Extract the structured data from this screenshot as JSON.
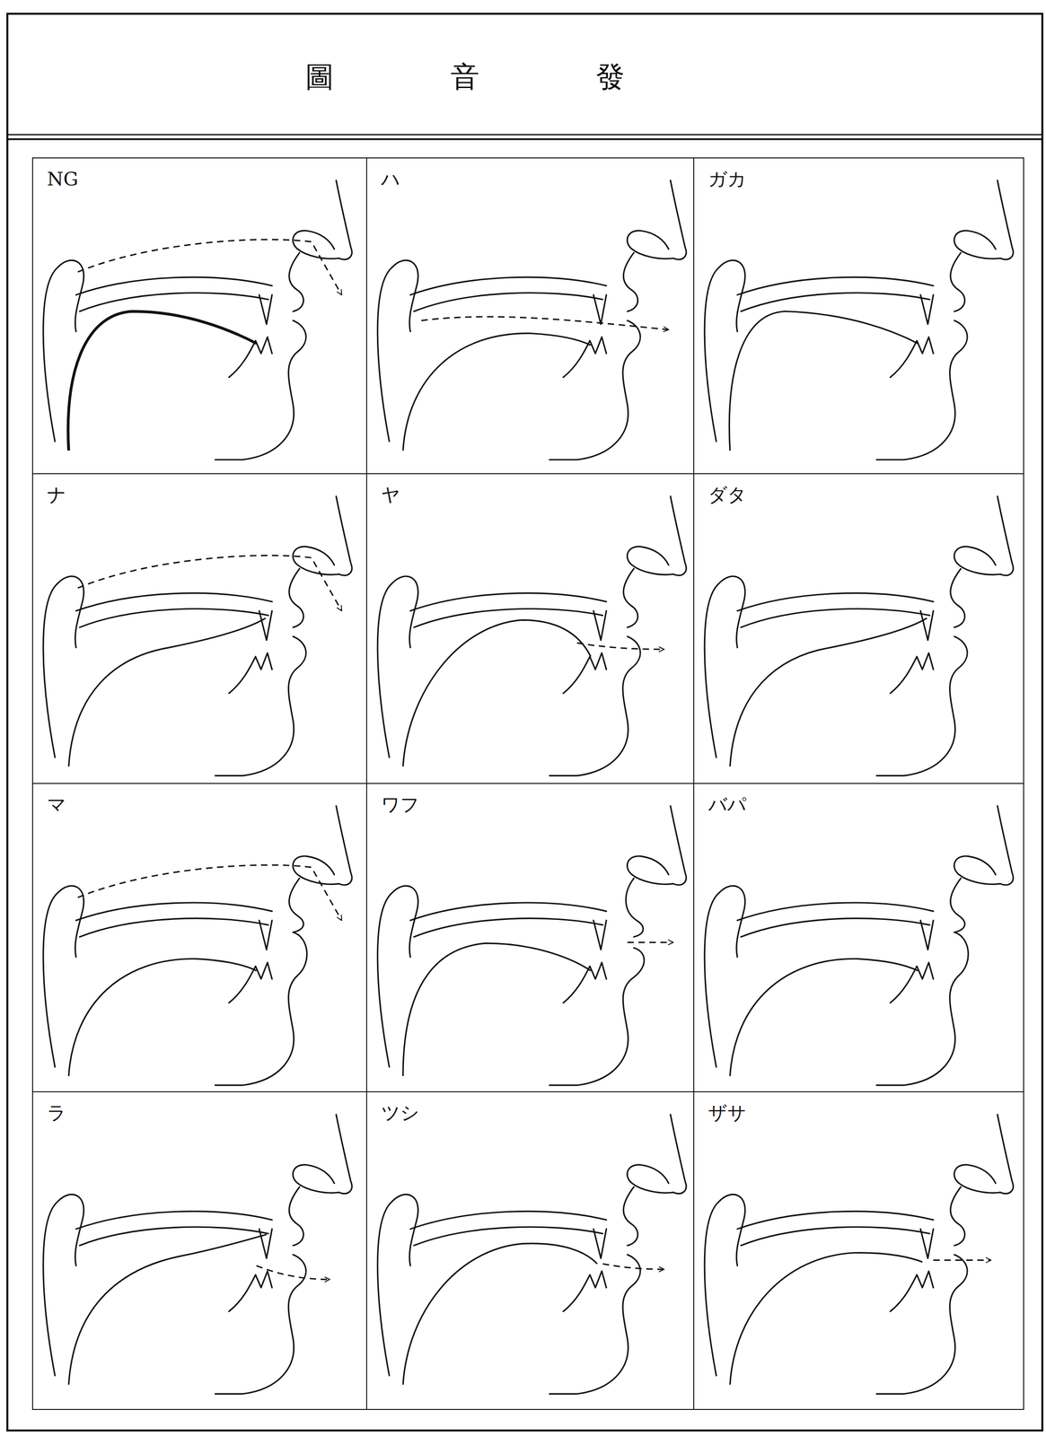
{
  "diagram": {
    "title": "發音圖",
    "nodes": [
      {
        "text": [
          "NG"
        ]
      },
      {
        "text": [
          "ハ"
        ]
      },
      {
        "text": [
          "ガカ"
        ]
      },
      {
        "text": [
          "ナ"
        ]
      },
      {
        "text": [
          "ヤ"
        ]
      },
      {
        "text": [
          "ダタ"
        ]
      },
      {
        "text": [
          "マ"
        ]
      },
      {
        "text": [
          "ワフ"
        ]
      },
      {
        "text": [
          "バパ"
        ]
      },
      {
        "text": [
          "ラ"
        ]
      },
      {
        "text": [
          "ツシ"
        ]
      },
      {
        "text": [
          "ザサ"
        ]
      }
    ]
  }
}
